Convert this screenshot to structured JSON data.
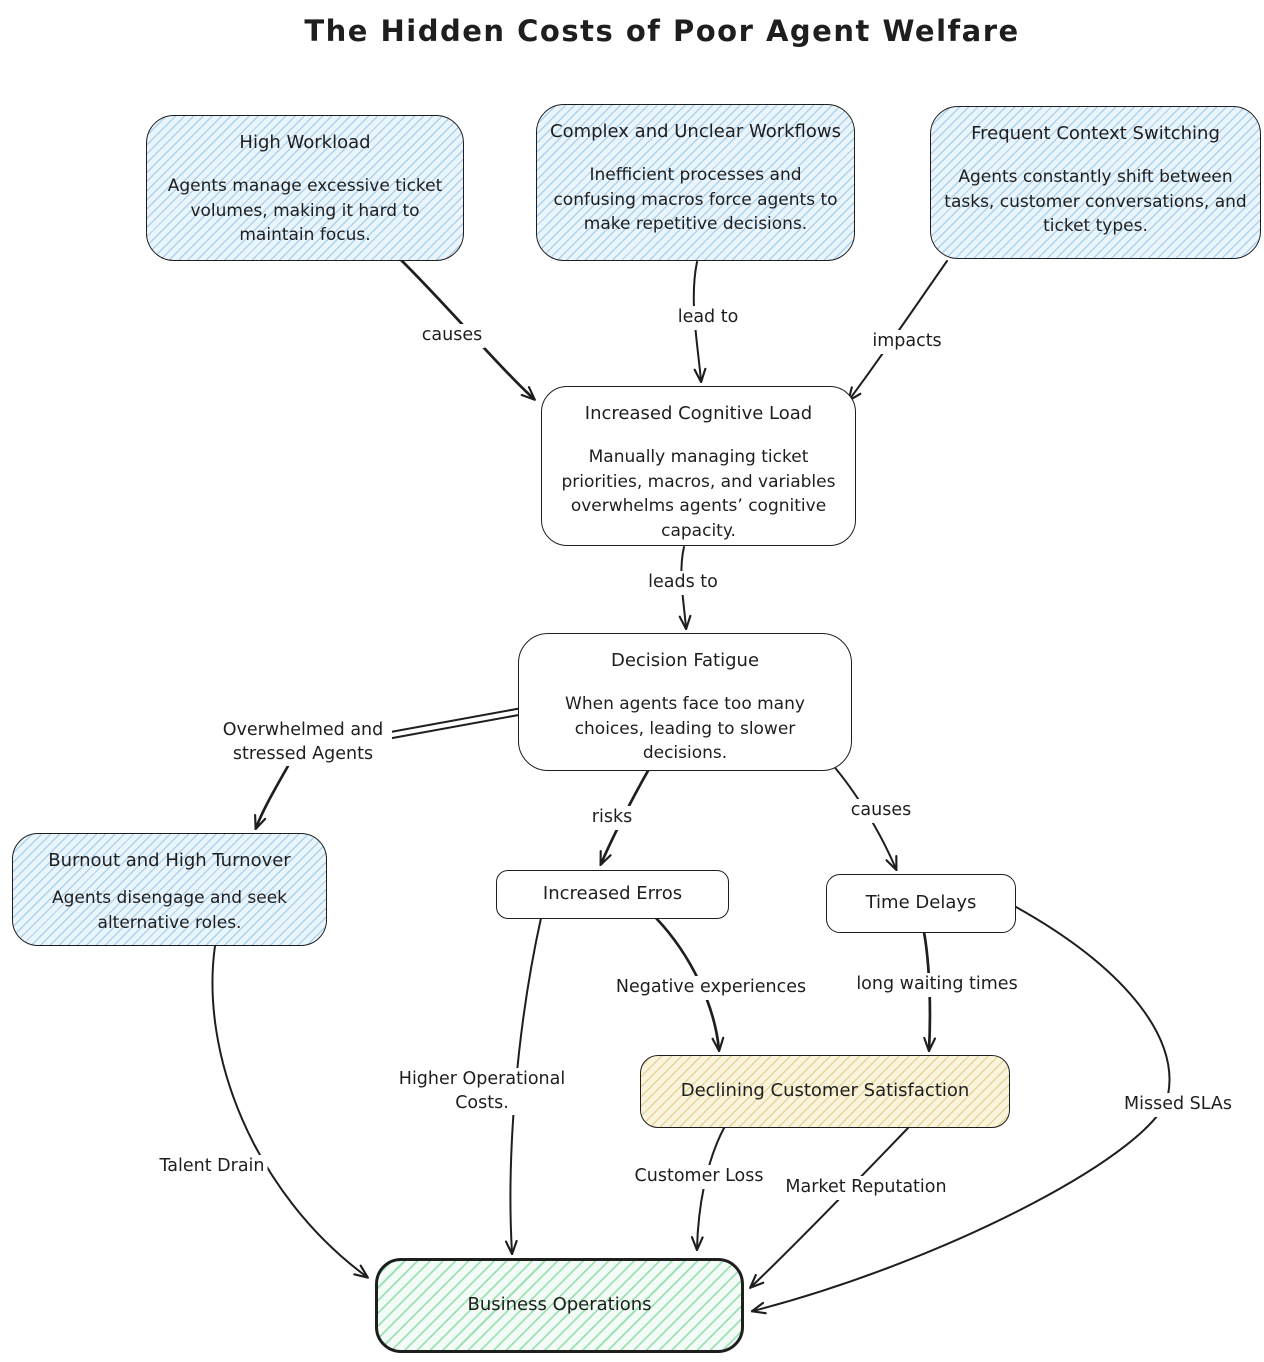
{
  "diagram_title": "The Hidden Costs of Poor Agent Welfare",
  "nodes": {
    "high_workload": {
      "title": "High Workload",
      "body": "Agents manage excessive ticket volumes, making it hard to maintain focus."
    },
    "complex_workflows": {
      "title": "Complex and Unclear Workflows",
      "body": "Inefficient processes and confusing macros force agents to make repetitive decisions."
    },
    "context_switching": {
      "title": "Frequent Context Switching",
      "body": "Agents constantly shift between tasks, customer conversations, and ticket types."
    },
    "cognitive_load": {
      "title": "Increased Cognitive Load",
      "body": "Manually managing ticket priorities, macros, and variables overwhelms agents’ cognitive capacity."
    },
    "decision_fatigue": {
      "title": "Decision Fatigue",
      "body": "When agents face too many choices, leading to slower decisions."
    },
    "burnout": {
      "title": "Burnout and High Turnover",
      "body": "Agents disengage and seek alternative roles."
    },
    "increased_errors": {
      "title": "Increased Erros"
    },
    "time_delays": {
      "title": "Time Delays"
    },
    "declining_customer_satisfaction": {
      "title": "Declining Customer Satisfaction"
    },
    "business_operations": {
      "title": "Business Operations"
    }
  },
  "edge_labels": {
    "causes_workload": "causes",
    "lead_to": "lead to",
    "impacts": "impacts",
    "leads_to": "leads to",
    "overwhelmed": "Overwhelmed and stressed Agents",
    "risks": "risks",
    "causes_delays": "causes",
    "negative_experiences": "Negative experiences",
    "long_waiting_times": "long waiting times",
    "higher_operational_costs": "Higher Operational Costs.",
    "talent_drain": "Talent Drain",
    "customer_loss": "Customer Loss",
    "market_reputation": "Market Reputation",
    "missed_slas": "Missed SLAs"
  },
  "palette": {
    "stroke": "#1e1e1e",
    "blue_fill": "#eaf4fb",
    "blue_hatch": "#add2ee",
    "yellow_fill": "#faf4dc",
    "yellow_hatch": "#e7d49c",
    "green_fill": "#f2fbf5",
    "green_hatch": "#9fe0b4"
  }
}
